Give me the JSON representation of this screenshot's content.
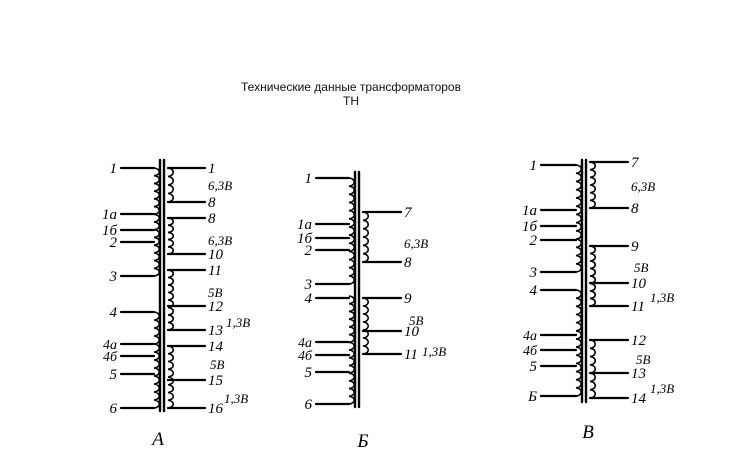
{
  "title": {
    "line1": "Технические данные трансформаторов",
    "line2": "ТН"
  },
  "diagrams": [
    {
      "caption": "А",
      "left": [
        {
          "pin": "1"
        },
        {
          "pin": "1а"
        },
        {
          "pin": "1б"
        },
        {
          "pin": "2"
        },
        {
          "pin": "3"
        },
        {
          "pin": "4"
        },
        {
          "pin": "4а"
        },
        {
          "pin": "4б"
        },
        {
          "pin": "5"
        },
        {
          "pin": "6"
        }
      ],
      "right": [
        {
          "pin": "1"
        },
        {
          "pin": "8"
        },
        {
          "pin": "8"
        },
        {
          "pin": "10"
        },
        {
          "pin": "11"
        },
        {
          "pin": "12"
        },
        {
          "pin": "13"
        },
        {
          "pin": "14"
        },
        {
          "pin": "15"
        },
        {
          "pin": "16"
        }
      ],
      "voltages": [
        "6,3В",
        "6,3В",
        "5В",
        "1,3В",
        "5В",
        "1,3В"
      ]
    },
    {
      "caption": "Б",
      "left": [
        {
          "pin": "1"
        },
        {
          "pin": "1а"
        },
        {
          "pin": "1б"
        },
        {
          "pin": "2"
        },
        {
          "pin": "3"
        },
        {
          "pin": "4"
        },
        {
          "pin": "4а"
        },
        {
          "pin": "4б"
        },
        {
          "pin": "5"
        },
        {
          "pin": "6"
        }
      ],
      "right": [
        {
          "pin": "7"
        },
        {
          "pin": "8"
        },
        {
          "pin": "9"
        },
        {
          "pin": "10"
        },
        {
          "pin": "11"
        }
      ],
      "voltages": [
        "6,3В",
        "5В",
        "1,3В"
      ]
    },
    {
      "caption": "В",
      "left": [
        {
          "pin": "1"
        },
        {
          "pin": "1а"
        },
        {
          "pin": "1б"
        },
        {
          "pin": "2"
        },
        {
          "pin": "3"
        },
        {
          "pin": "4"
        },
        {
          "pin": "4а"
        },
        {
          "pin": "4б"
        },
        {
          "pin": "5"
        },
        {
          "pin": "Б"
        }
      ],
      "right": [
        {
          "pin": "7"
        },
        {
          "pin": "8"
        },
        {
          "pin": "9"
        },
        {
          "pin": "10"
        },
        {
          "pin": "11"
        },
        {
          "pin": "12"
        },
        {
          "pin": "13"
        },
        {
          "pin": "14"
        }
      ],
      "voltages": [
        "6,3В",
        "5В",
        "1,3В",
        "5В",
        "1,3В"
      ]
    }
  ]
}
